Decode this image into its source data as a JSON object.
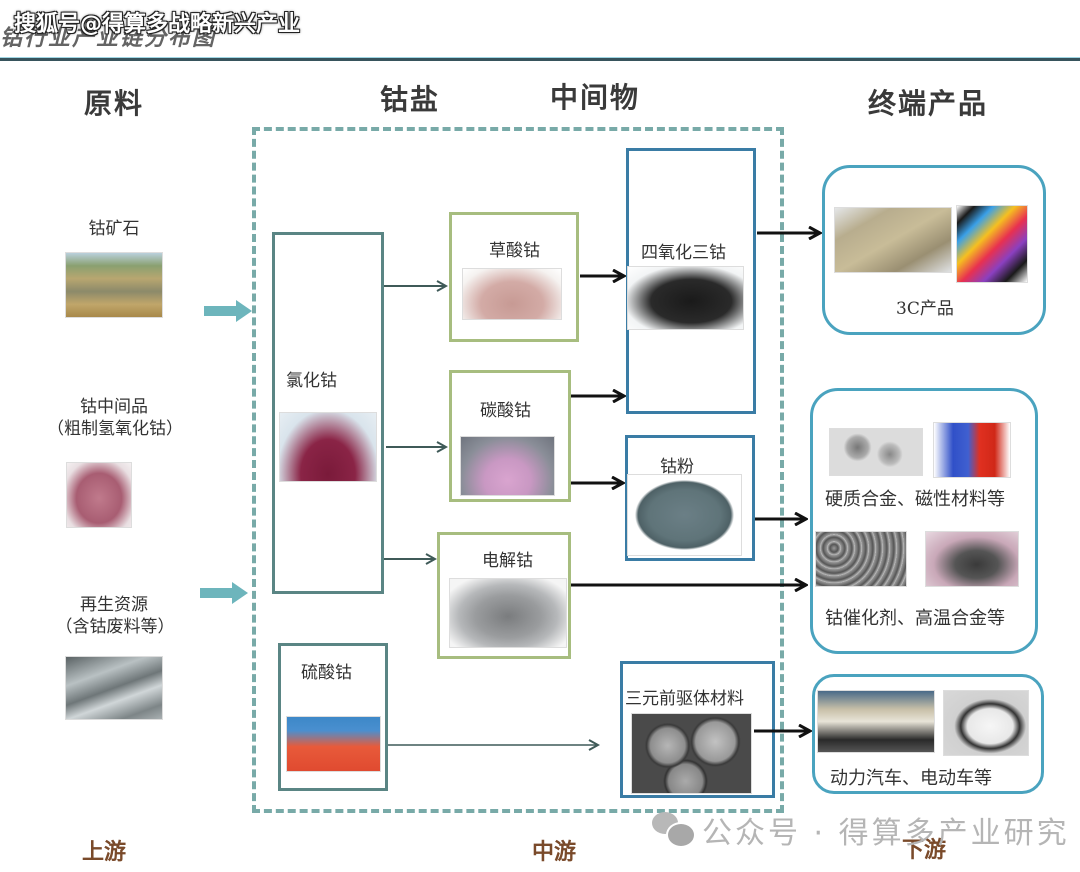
{
  "header": {
    "title": "钴行业产业链分布图",
    "watermark": "搜狐号@得算多战略新兴产业"
  },
  "columns": {
    "raw": "原料",
    "salt": "钴盐",
    "intermediate": "中间物",
    "end": "终端产品"
  },
  "raw_materials": [
    {
      "label": "钴矿石",
      "icon": "ore-mine-photo"
    },
    {
      "label": "钴中间品",
      "sublabel": "（粗制氢氧化钴）",
      "icon": "cobalt-hydroxide-powder-photo"
    },
    {
      "label": "再生资源",
      "sublabel": "（含钴废料等）",
      "icon": "scrap-metal-photo"
    }
  ],
  "cobalt_salts": [
    {
      "label": "氯化钴",
      "icon": "cobalt-chloride-powder-photo"
    },
    {
      "label": "硫酸钴",
      "icon": "cobalt-sulfate-powder-photo"
    }
  ],
  "salt_products": [
    {
      "label": "草酸钴",
      "icon": "cobalt-oxalate-powder-photo"
    },
    {
      "label": "碳酸钴",
      "icon": "cobalt-carbonate-powder-photo"
    },
    {
      "label": "电解钴",
      "icon": "electrolytic-cobalt-photo"
    }
  ],
  "intermediates": [
    {
      "label": "四氧化三钴",
      "icon": "cobalt-oxide-powder-photo"
    },
    {
      "label": "钴粉",
      "icon": "cobalt-powder-photo"
    },
    {
      "label": "三元前驱体材料",
      "icon": "precursor-sem-photo"
    }
  ],
  "end_products": [
    {
      "label": "3C产品",
      "icons": [
        "laptop-photo",
        "smartphone-photo"
      ]
    },
    {
      "labels": [
        "硬质合金、磁性材料等",
        "钴催化剂、高温合金等"
      ],
      "icons": [
        "hard-alloy-parts-photo",
        "magnet-photo",
        "catalyst-photo",
        "superalloy-parts-photo"
      ]
    },
    {
      "label": "动力汽车、电动车等",
      "icons": [
        "car-chassis-photo",
        "e-scooter-photo"
      ]
    }
  ],
  "streams": {
    "up": "上游",
    "mid": "中游",
    "down": "下游"
  },
  "footer_watermark": "公众号 · 得算多产业研究",
  "colors": {
    "dashed_border": "#78aaa8",
    "teal_box": "#5a8584",
    "green_box": "#a7bd7f",
    "blue_box": "#3a7ca5",
    "round_box": "#4aa3bf",
    "inflow_arrow": "#6db5bc",
    "stream_label": "#7a4a2a"
  }
}
